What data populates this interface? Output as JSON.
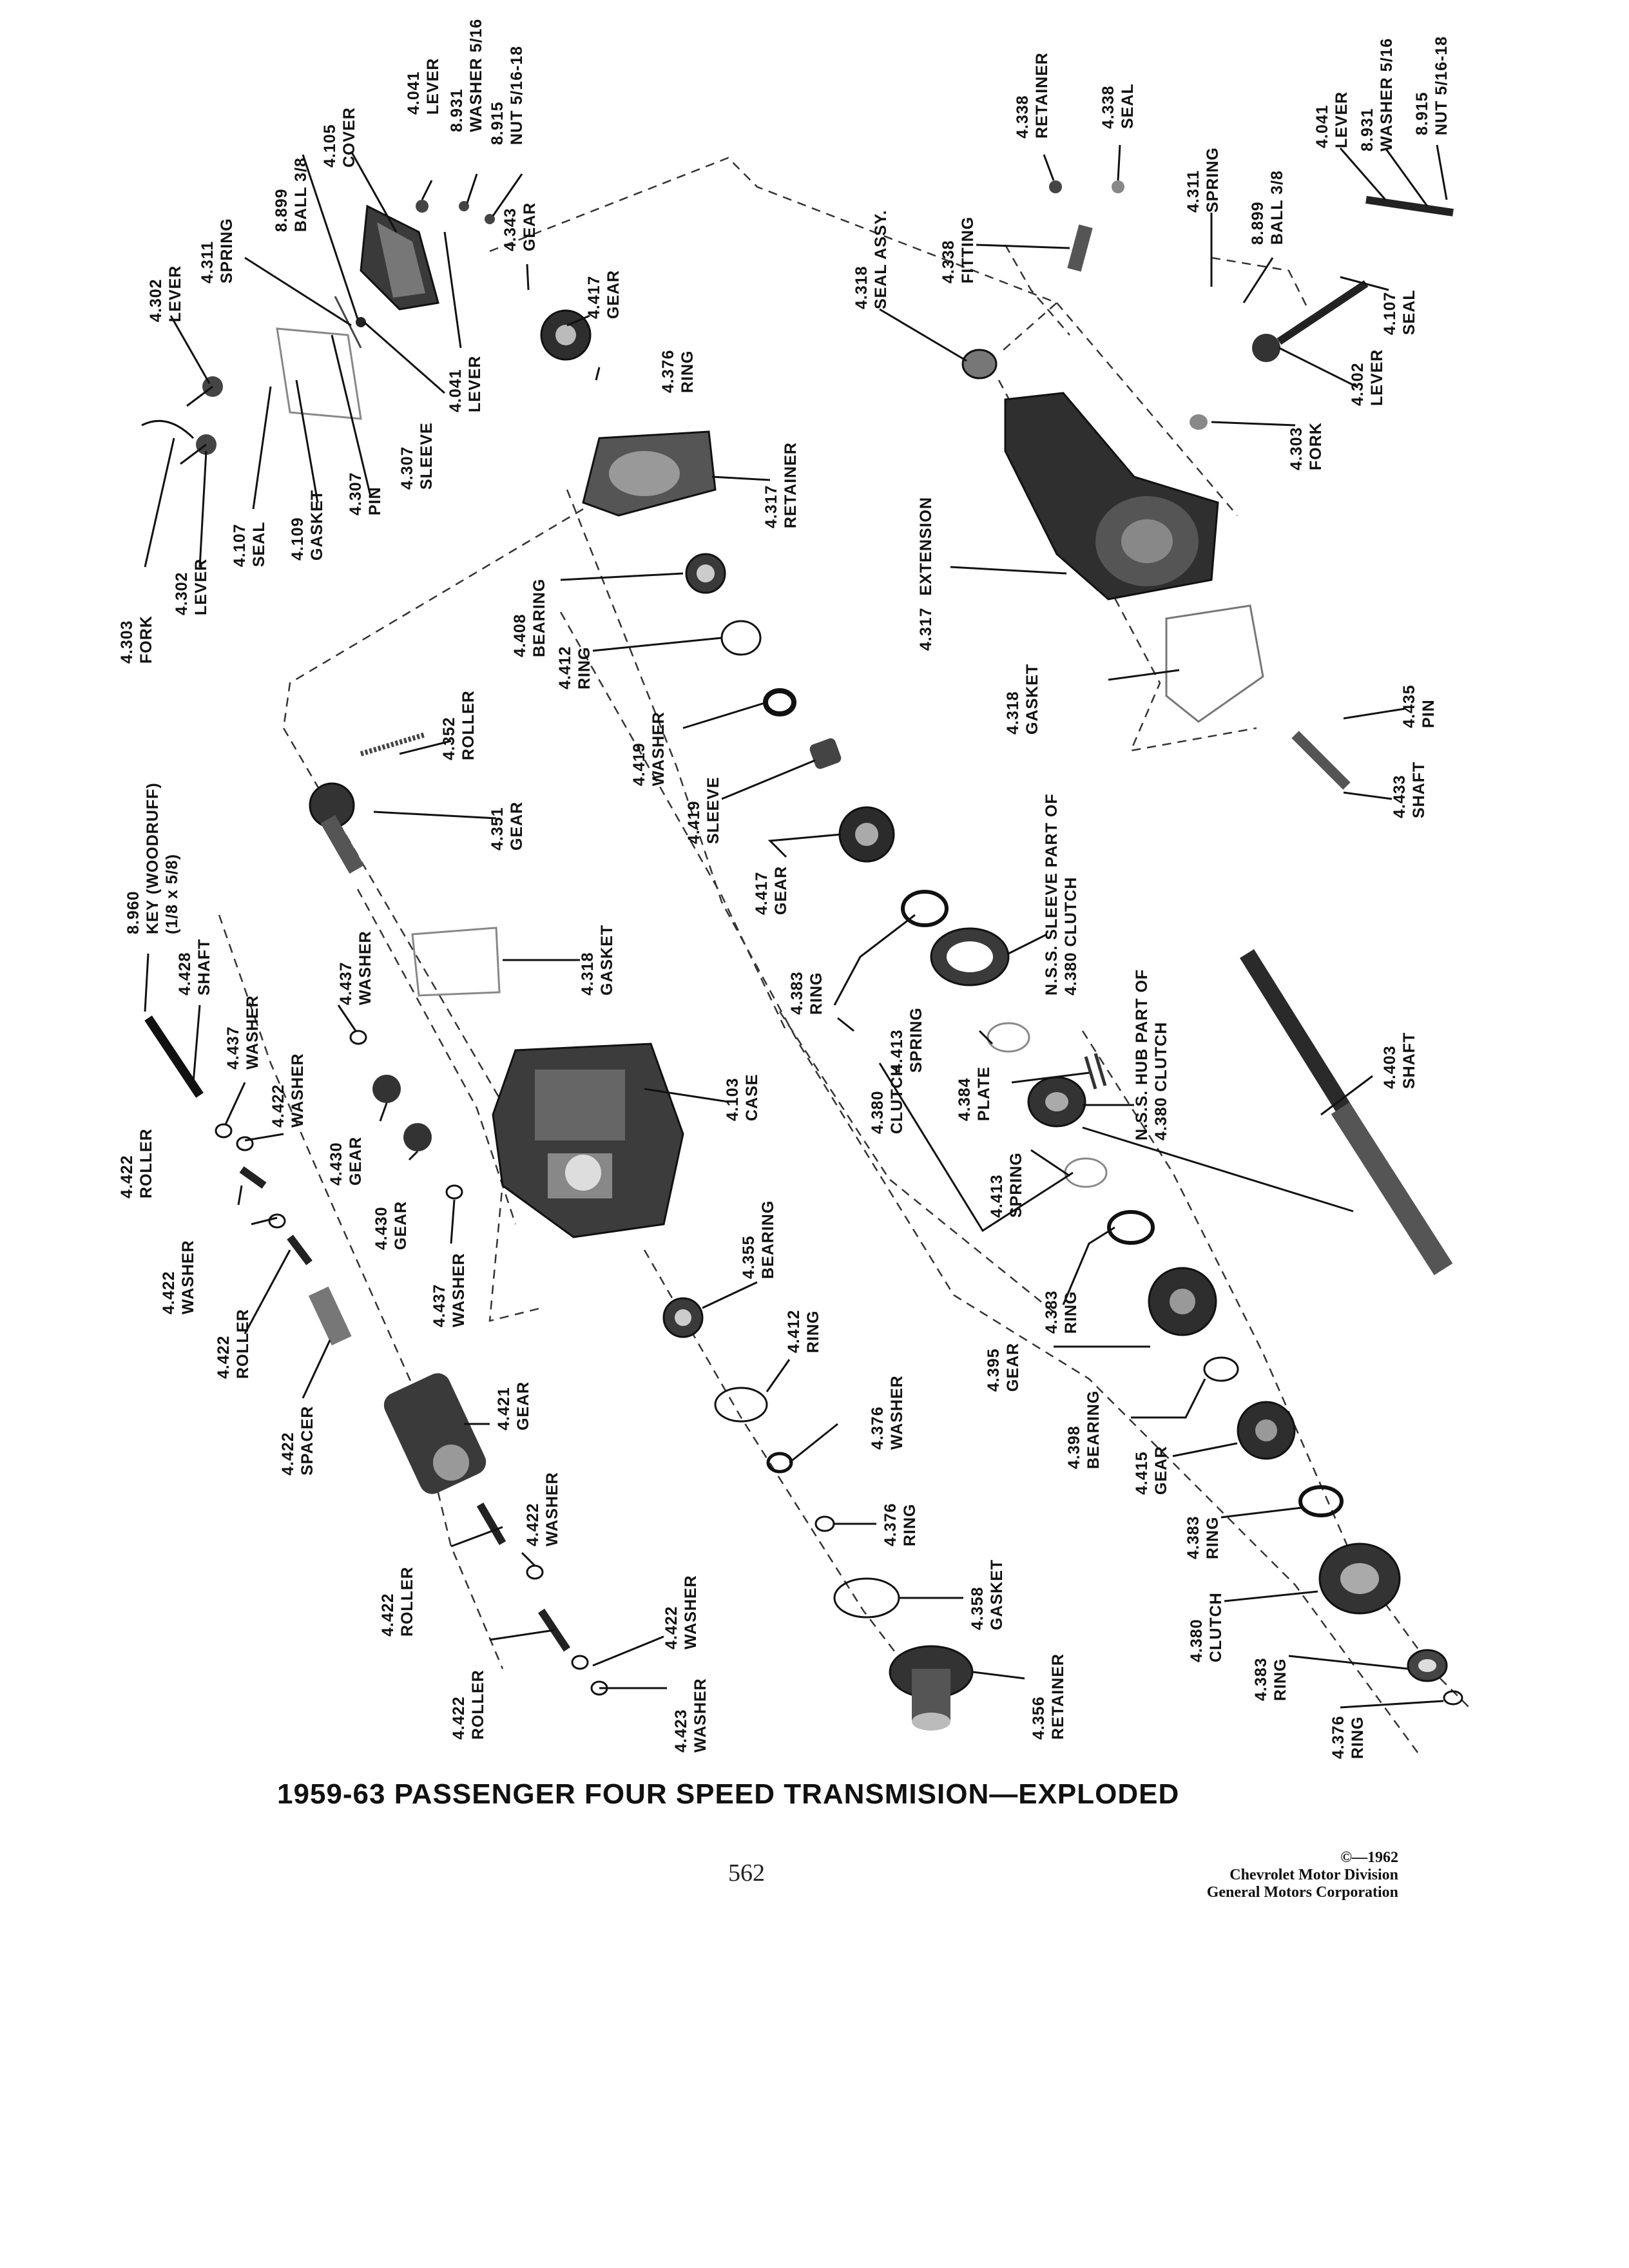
{
  "caption": "1959-63 PASSENGER FOUR SPEED TRANSMISION—EXPLODED",
  "page_number": "562",
  "credit": {
    "copyright": "©—1962",
    "line1": "Chevrolet Motor Division",
    "line2": "General Motors Corporation"
  },
  "labels": {
    "l01": [
      "4.041",
      "LEVER"
    ],
    "l02": [
      "8.931",
      "WASHER 5/16"
    ],
    "l03": [
      "8.915",
      "NUT 5/16-18"
    ],
    "l04": [
      "4.105",
      "COVER"
    ],
    "l05": [
      "8.899",
      "BALL 3/8"
    ],
    "l06": [
      "4.311",
      "SPRING"
    ],
    "l07": [
      "4.302",
      "LEVER"
    ],
    "l08": [
      "4.343",
      "GEAR"
    ],
    "l09": [
      "4.417",
      "GEAR"
    ],
    "l10": [
      "4.376",
      "RING"
    ],
    "l11": [
      "4.041",
      "LEVER"
    ],
    "l12": [
      "4.307",
      "SLEEVE"
    ],
    "l13": [
      "4.307",
      "PIN"
    ],
    "l14": [
      "4.109",
      "GASKET"
    ],
    "l15": [
      "4.107",
      "SEAL"
    ],
    "l16": [
      "4.302",
      "LEVER"
    ],
    "l17": [
      "4.303",
      "FORK"
    ],
    "l18": [
      "4.317",
      "RETAINER"
    ],
    "l19": [
      "4.408",
      "BEARING"
    ],
    "l20": [
      "4.412",
      "RING"
    ],
    "l21": [
      "4.419",
      "WASHER"
    ],
    "l22": [
      "4.419",
      "SLEEVE"
    ],
    "l23": [
      "4.417",
      "GEAR"
    ],
    "l24": [
      "4.352",
      "ROLLER"
    ],
    "l25": [
      "4.351",
      "GEAR"
    ],
    "l26": [
      "8.960",
      "KEY (WOODRUFF)",
      "(1/8 x 5/8)"
    ],
    "l27": [
      "4.428",
      "SHAFT"
    ],
    "l28": [
      "4.437",
      "WASHER"
    ],
    "l29": [
      "4.437",
      "WASHER"
    ],
    "l30": [
      "4.422",
      "WASHER"
    ],
    "l31": [
      "4.318",
      "GASKET"
    ],
    "l32": [
      "4.103",
      "CASE"
    ],
    "l33": [
      "4.430",
      "GEAR"
    ],
    "l34": [
      "4.430",
      "GEAR"
    ],
    "l35": [
      "4.437",
      "WASHER"
    ],
    "l36": [
      "4.422",
      "ROLLER"
    ],
    "l37": [
      "4.422",
      "WASHER"
    ],
    "l38": [
      "4.422",
      "ROLLER"
    ],
    "l39": [
      "4.422",
      "SPACER"
    ],
    "l40": [
      "4.421",
      "GEAR"
    ],
    "l41": [
      "4.355",
      "BEARING"
    ],
    "l42": [
      "4.412",
      "RING"
    ],
    "l43": [
      "4.376",
      "WASHER"
    ],
    "l44": [
      "4.376",
      "RING"
    ],
    "l45": [
      "4.358",
      "GASKET"
    ],
    "l46": [
      "4.356",
      "RETAINER"
    ],
    "l47": [
      "4.422",
      "WASHER"
    ],
    "l48": [
      "4.422",
      "ROLLER"
    ],
    "l49": [
      "4.422",
      "WASHER"
    ],
    "l50": [
      "4.422",
      "ROLLER"
    ],
    "l51": [
      "4.423",
      "WASHER"
    ],
    "l52": [
      "4.338",
      "RETAINER"
    ],
    "l53": [
      "4.338",
      "SEAL"
    ],
    "l54": [
      "4.338",
      "FITTING"
    ],
    "l55": [
      "4.318",
      "SEAL ASSY."
    ],
    "l56": [
      "4.311",
      "SPRING"
    ],
    "l57": [
      "8.899",
      "BALL 3/8"
    ],
    "l58": [
      "4.041",
      "LEVER"
    ],
    "l59": [
      "8.931",
      "WASHER 5/16"
    ],
    "l60": [
      "8.915",
      "NUT 5/16-18"
    ],
    "l61": [
      "4.107",
      "SEAL"
    ],
    "l62": [
      "4.302",
      "LEVER"
    ],
    "l63": [
      "4.303",
      "FORK"
    ],
    "l64": [
      "4.317",
      "EXTENSION"
    ],
    "l65": [
      "4.318",
      "GASKET"
    ],
    "l66": [
      "4.435",
      "PIN"
    ],
    "l67": [
      "4.433",
      "SHAFT"
    ],
    "l68": [
      "N.S.S. SLEEVE PART OF",
      "4.380 CLUTCH"
    ],
    "l69": [
      "4.383",
      "RING"
    ],
    "l70": [
      "4.413",
      "SPRING"
    ],
    "l71": [
      "4.380",
      "CLUTCH"
    ],
    "l72": [
      "4.384",
      "PLATE"
    ],
    "l73": [
      "4.413",
      "SPRING"
    ],
    "l74": [
      "N.S.S. HUB PART OF",
      "4.380 CLUTCH"
    ],
    "l75": [
      "4.403",
      "SHAFT"
    ],
    "l76": [
      "4.383",
      "RING"
    ],
    "l77": [
      "4.395",
      "GEAR"
    ],
    "l78": [
      "4.398",
      "BEARING"
    ],
    "l79": [
      "4.415",
      "GEAR"
    ],
    "l80": [
      "4.383",
      "RING"
    ],
    "l81": [
      "4.380",
      "CLUTCH"
    ],
    "l82": [
      "4.383",
      "RING"
    ],
    "l83": [
      "4.376",
      "RING"
    ]
  }
}
